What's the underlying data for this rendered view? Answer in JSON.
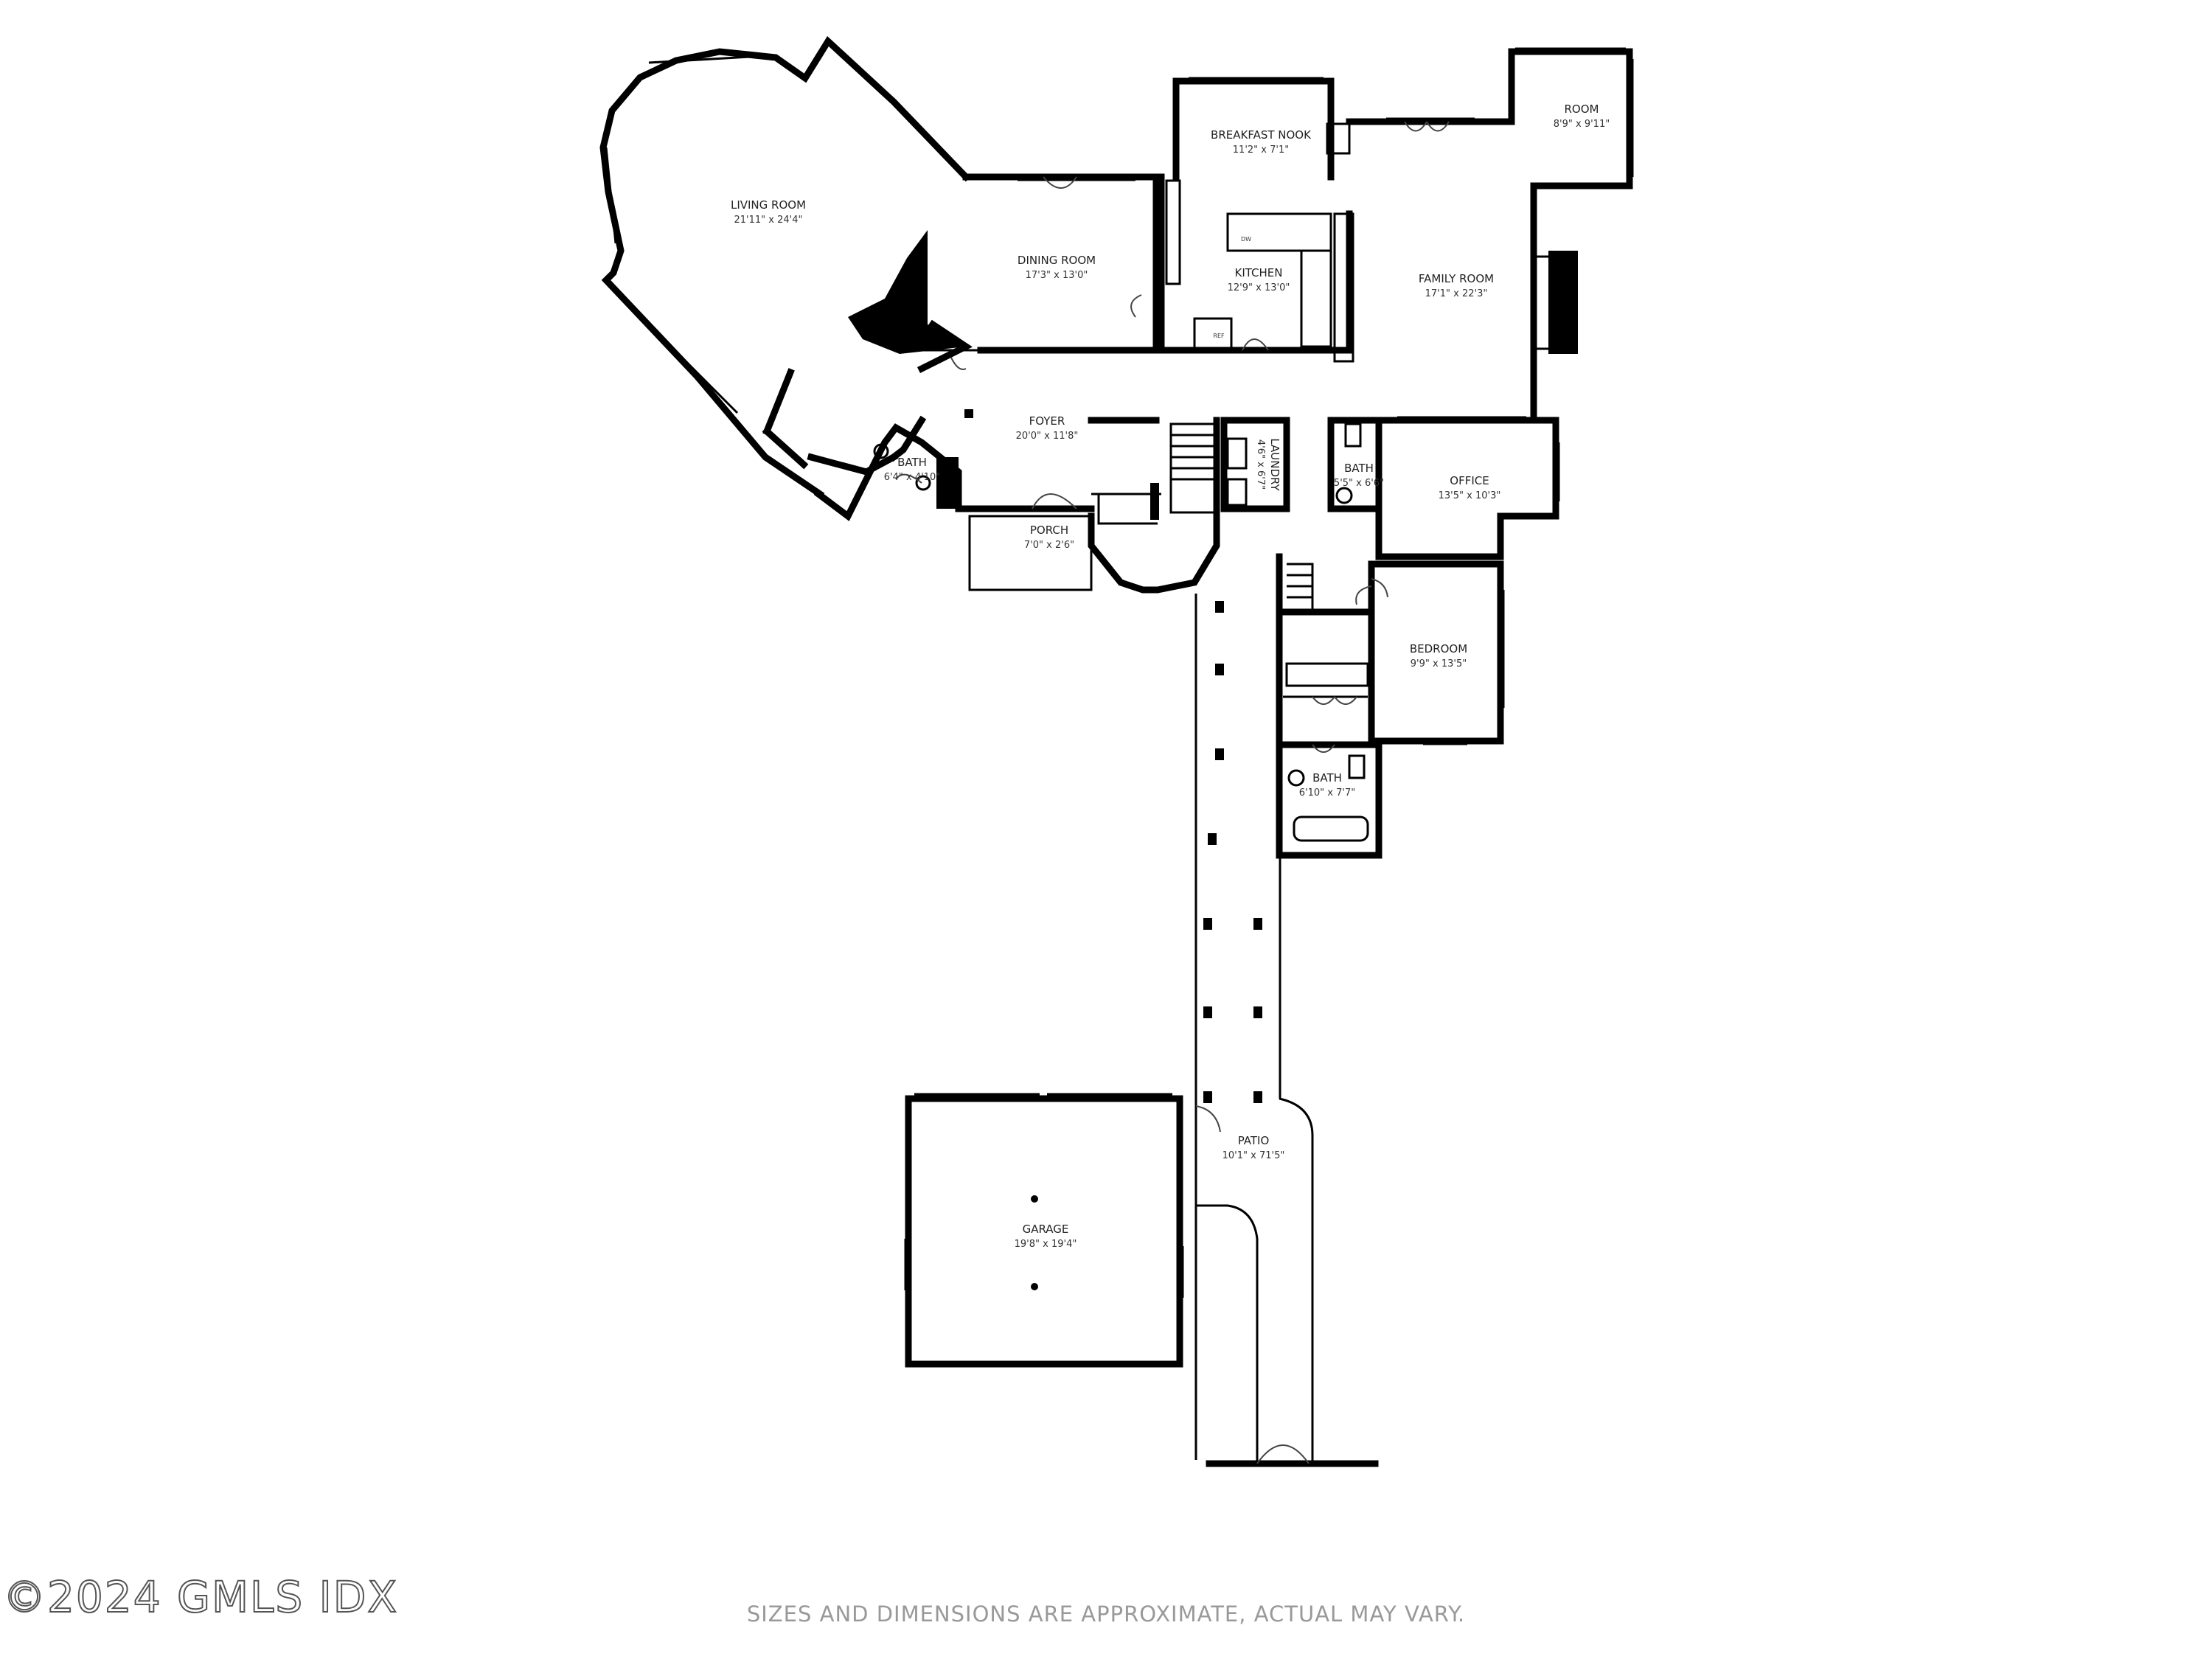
{
  "rooms": [
    {
      "name": "LIVING ROOM",
      "dims": "21'11\" x 24'4\""
    },
    {
      "name": "DINING ROOM",
      "dims": "17'3\" x 13'0\""
    },
    {
      "name": "BREAKFAST NOOK",
      "dims": "11'2\" x 7'1\""
    },
    {
      "name": "KITCHEN",
      "dims": "12'9\" x 13'0\""
    },
    {
      "name": "ROOM",
      "dims": "8'9\" x 9'11\""
    },
    {
      "name": "FAMILY ROOM",
      "dims": "17'1\" x 22'3\""
    },
    {
      "name": "FOYER",
      "dims": "20'0\" x 11'8\""
    },
    {
      "name": "BATH",
      "dims": "6'4\" x 4'10\""
    },
    {
      "name": "PORCH",
      "dims": "7'0\" x 2'6\""
    },
    {
      "name": "LAUNDRY",
      "dims": "4'6\" x 6'7\""
    },
    {
      "name": "BATH",
      "dims": "5'5\" x 6'6\""
    },
    {
      "name": "OFFICE",
      "dims": "13'5\" x 10'3\""
    },
    {
      "name": "BEDROOM",
      "dims": "9'9\" x 13'5\""
    },
    {
      "name": "BATH",
      "dims": "6'10\" x 7'7\""
    },
    {
      "name": "PATIO",
      "dims": "10'1\" x 71'5\""
    },
    {
      "name": "GARAGE",
      "dims": "19'8\" x 19'4\""
    }
  ],
  "fixtures": {
    "dishwasher": "DW",
    "refrigerator": "REF"
  },
  "watermark": "©2024 GMLS IDX",
  "disclaimer": "SIZES AND DIMENSIONS ARE APPROXIMATE, ACTUAL MAY VARY."
}
